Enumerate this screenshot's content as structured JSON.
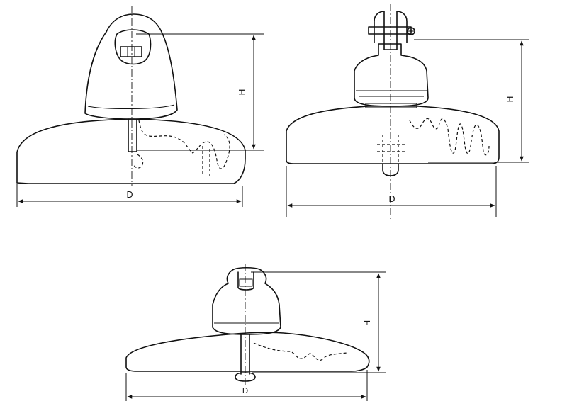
{
  "drawings": [
    {
      "id": "insulator-a",
      "height_label": "H",
      "diameter_label": "D"
    },
    {
      "id": "insulator-b",
      "height_label": "H",
      "diameter_label": "D"
    },
    {
      "id": "insulator-c",
      "height_label": "H",
      "diameter_label": "D"
    }
  ]
}
